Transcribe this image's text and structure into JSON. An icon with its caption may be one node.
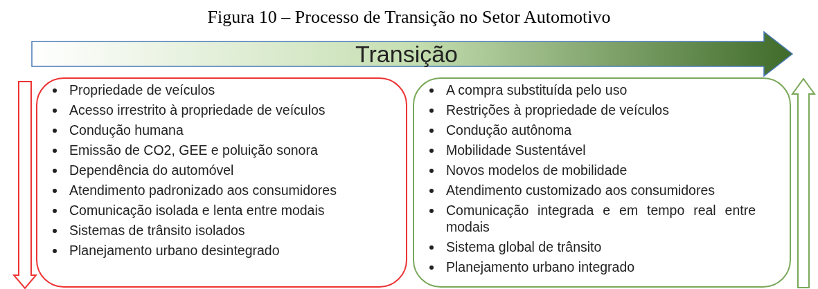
{
  "diagram": {
    "title": "Figura 10 – Processo de Transição no Setor Automotivo",
    "nodes": [
      {
        "text": [
          "Transição"
        ]
      },
      {
        "text": [
          "Propriedade de veículos",
          "Acesso irrestrito à propriedade de veículos",
          "Condução humana",
          "Emissão de CO2, GEE e poluição sonora",
          "Dependência do automóvel",
          "Atendimento padronizado aos consumidores",
          "Comunicação isolada e lenta entre modais",
          "Sistemas de trânsito isolados",
          "Planejamento urbano desintegrado"
        ]
      },
      {
        "text": [
          "A compra substituída pelo uso",
          "Restrições à propriedade de veículos",
          "Condução autônoma",
          "Mobilidade Sustentável",
          "Novos modelos de mobilidade",
          "Atendimento customizado aos consumidores",
          "Comunicação integrada e em tempo real entre modais",
          "Sistema global de trânsito",
          "Planejamento urbano integrado"
        ]
      }
    ],
    "edges": []
  }
}
